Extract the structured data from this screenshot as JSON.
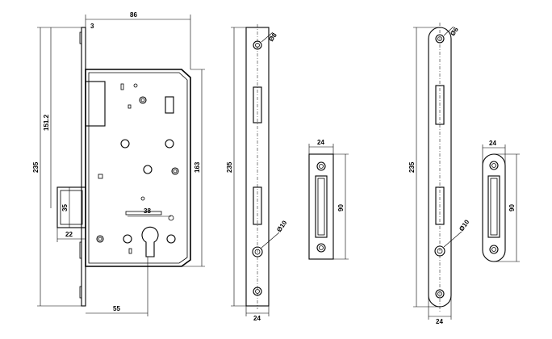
{
  "lock_body": {
    "dims": {
      "width_top": "86",
      "faceplate_thickness": "3",
      "height_left_total": "235",
      "height_to_cylinder": "151.2",
      "height_right": "163",
      "cylinder_spacing": "38",
      "cylinder_offset_v": "35",
      "cylinder_offset_h": "22",
      "backset": "55"
    }
  },
  "faceplate": {
    "dims": {
      "hole_dia": "Ø8",
      "height": "235",
      "hole_dia_lower": "Ø10",
      "width": "24"
    }
  },
  "strike_plate": {
    "dims": {
      "width": "24",
      "height": "90"
    }
  },
  "faceplate_rounded": {
    "dims": {
      "hole_dia": "Ø6",
      "height": "235",
      "hole_dia_lower": "Ø10",
      "width": "24"
    }
  },
  "strike_plate_rounded": {
    "dims": {
      "width": "24",
      "height": "90"
    }
  }
}
